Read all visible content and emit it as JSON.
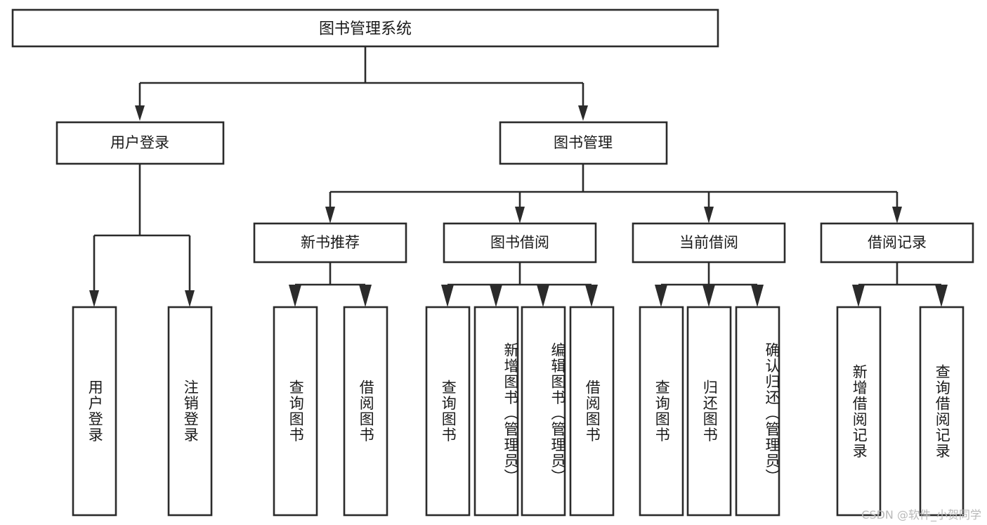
{
  "diagram": {
    "type": "hierarchy-tree",
    "title": "图书管理系统",
    "watermark": "CSDN @软件_小贺同学",
    "colors": {
      "background": "#ffffff",
      "stroke": "#2b2b2b",
      "box_fill": "#ffffff",
      "text": "#1a1a1a",
      "watermark": "#b9b9b9"
    },
    "root": {
      "label": "图书管理系统"
    },
    "level2": [
      {
        "label": "用户登录"
      },
      {
        "label": "图书管理"
      }
    ],
    "level3": [
      {
        "label": "新书推荐"
      },
      {
        "label": "图书借阅"
      },
      {
        "label": "当前借阅"
      },
      {
        "label": "借阅记录"
      }
    ],
    "leaves": {
      "user_login": [
        {
          "label": "用户登录"
        },
        {
          "label": "注销登录"
        }
      ],
      "new_book_recommend": [
        {
          "label": "查询图书"
        },
        {
          "label": "借阅图书"
        }
      ],
      "book_borrow": [
        {
          "label": "查询图书"
        },
        {
          "label": "新增图书（管理员）"
        },
        {
          "label": "编辑图书（管理员）"
        },
        {
          "label": "借阅图书"
        }
      ],
      "current_borrow": [
        {
          "label": "查询图书"
        },
        {
          "label": "归还图书"
        },
        {
          "label": "确认归还（管理员）"
        }
      ],
      "borrow_record": [
        {
          "label": "新增借阅记录"
        },
        {
          "label": "查询借阅记录"
        }
      ]
    }
  }
}
